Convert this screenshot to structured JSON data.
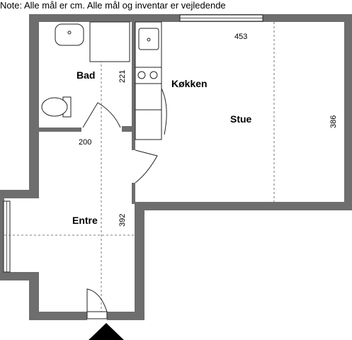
{
  "note": "Note: Alle mål er cm. Alle mål og inventar er vejledende",
  "rooms": {
    "bad": "Bad",
    "kokken": "Køkken",
    "stue": "Stue",
    "entre": "Entre"
  },
  "dimensions": {
    "stue_width": "453",
    "stue_height": "386",
    "bad_height": "221",
    "bad_width": "200",
    "entre_height": "392"
  },
  "colors": {
    "wall": "#6e6e6e",
    "line": "#222222",
    "dash": "#555555"
  }
}
